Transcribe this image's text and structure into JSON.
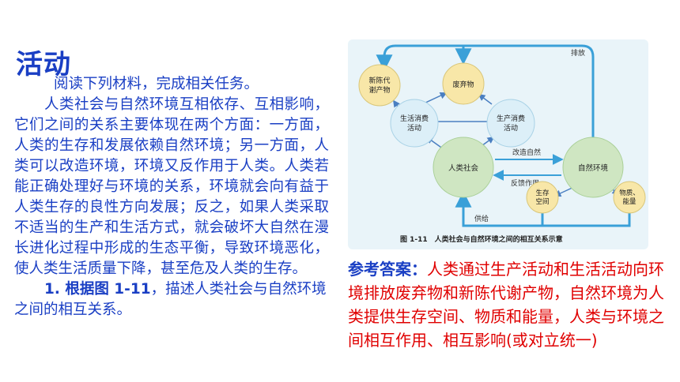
{
  "activity": {
    "title": "活动",
    "intro": "阅读下列材料，完成相关任务。",
    "paragraph": "人类社会与自然环境互相依存、互相影响，它们之间的关系主要体现在两个方面：一方面，人类的生存和发展依赖自然环境；另一方面，人类可以改造环境，环境又反作用于人类。人类若能正确处理好与环境的关系，环境就会向有益于人类生存的良性方向发展；反之，如果人类采取不适当的生产和生活方式，就会破坏大自然在漫长进化过程中形成的生态平衡，导致环境恶化，使人类生活质量下降，甚至危及人类的生存。",
    "task_number": "1. 根据图 1-11",
    "task_text": "，描述人类社会与自然环境之间的相互关系。"
  },
  "figure": {
    "nodes": {
      "metabolism": "新陈代谢产物",
      "waste": "废弃物",
      "consumption": "生活消费活动",
      "production": "生产消费活动",
      "society": "人类社会",
      "nature": "自然环境",
      "space": "生存空间",
      "material": "物质、能量"
    },
    "edges": {
      "discharge": "排放",
      "transform": "改造自然",
      "feedback": "反馈作用",
      "supply": "供给"
    },
    "caption": "图 1-11　人类社会与自然环境之间的相互关系示意"
  },
  "answer": {
    "label": "参考答案：",
    "text": "人类通过生产活动和生活活动向环境排放废弃物和新陈代谢产物，自然环境为人类提供生存空间、物质和能量，人类与环境之间相互作用、相互影响(或对立统一)"
  },
  "colors": {
    "title_blue": "#1a3fc4",
    "answer_red": "#e00000",
    "figure_bg": "#e9f4f9",
    "arrow_blue": "#3aa0d8",
    "circle_green": "#cfe6c2",
    "circle_blue": "#dceff8",
    "circle_yellow": "#f8e7a8"
  }
}
